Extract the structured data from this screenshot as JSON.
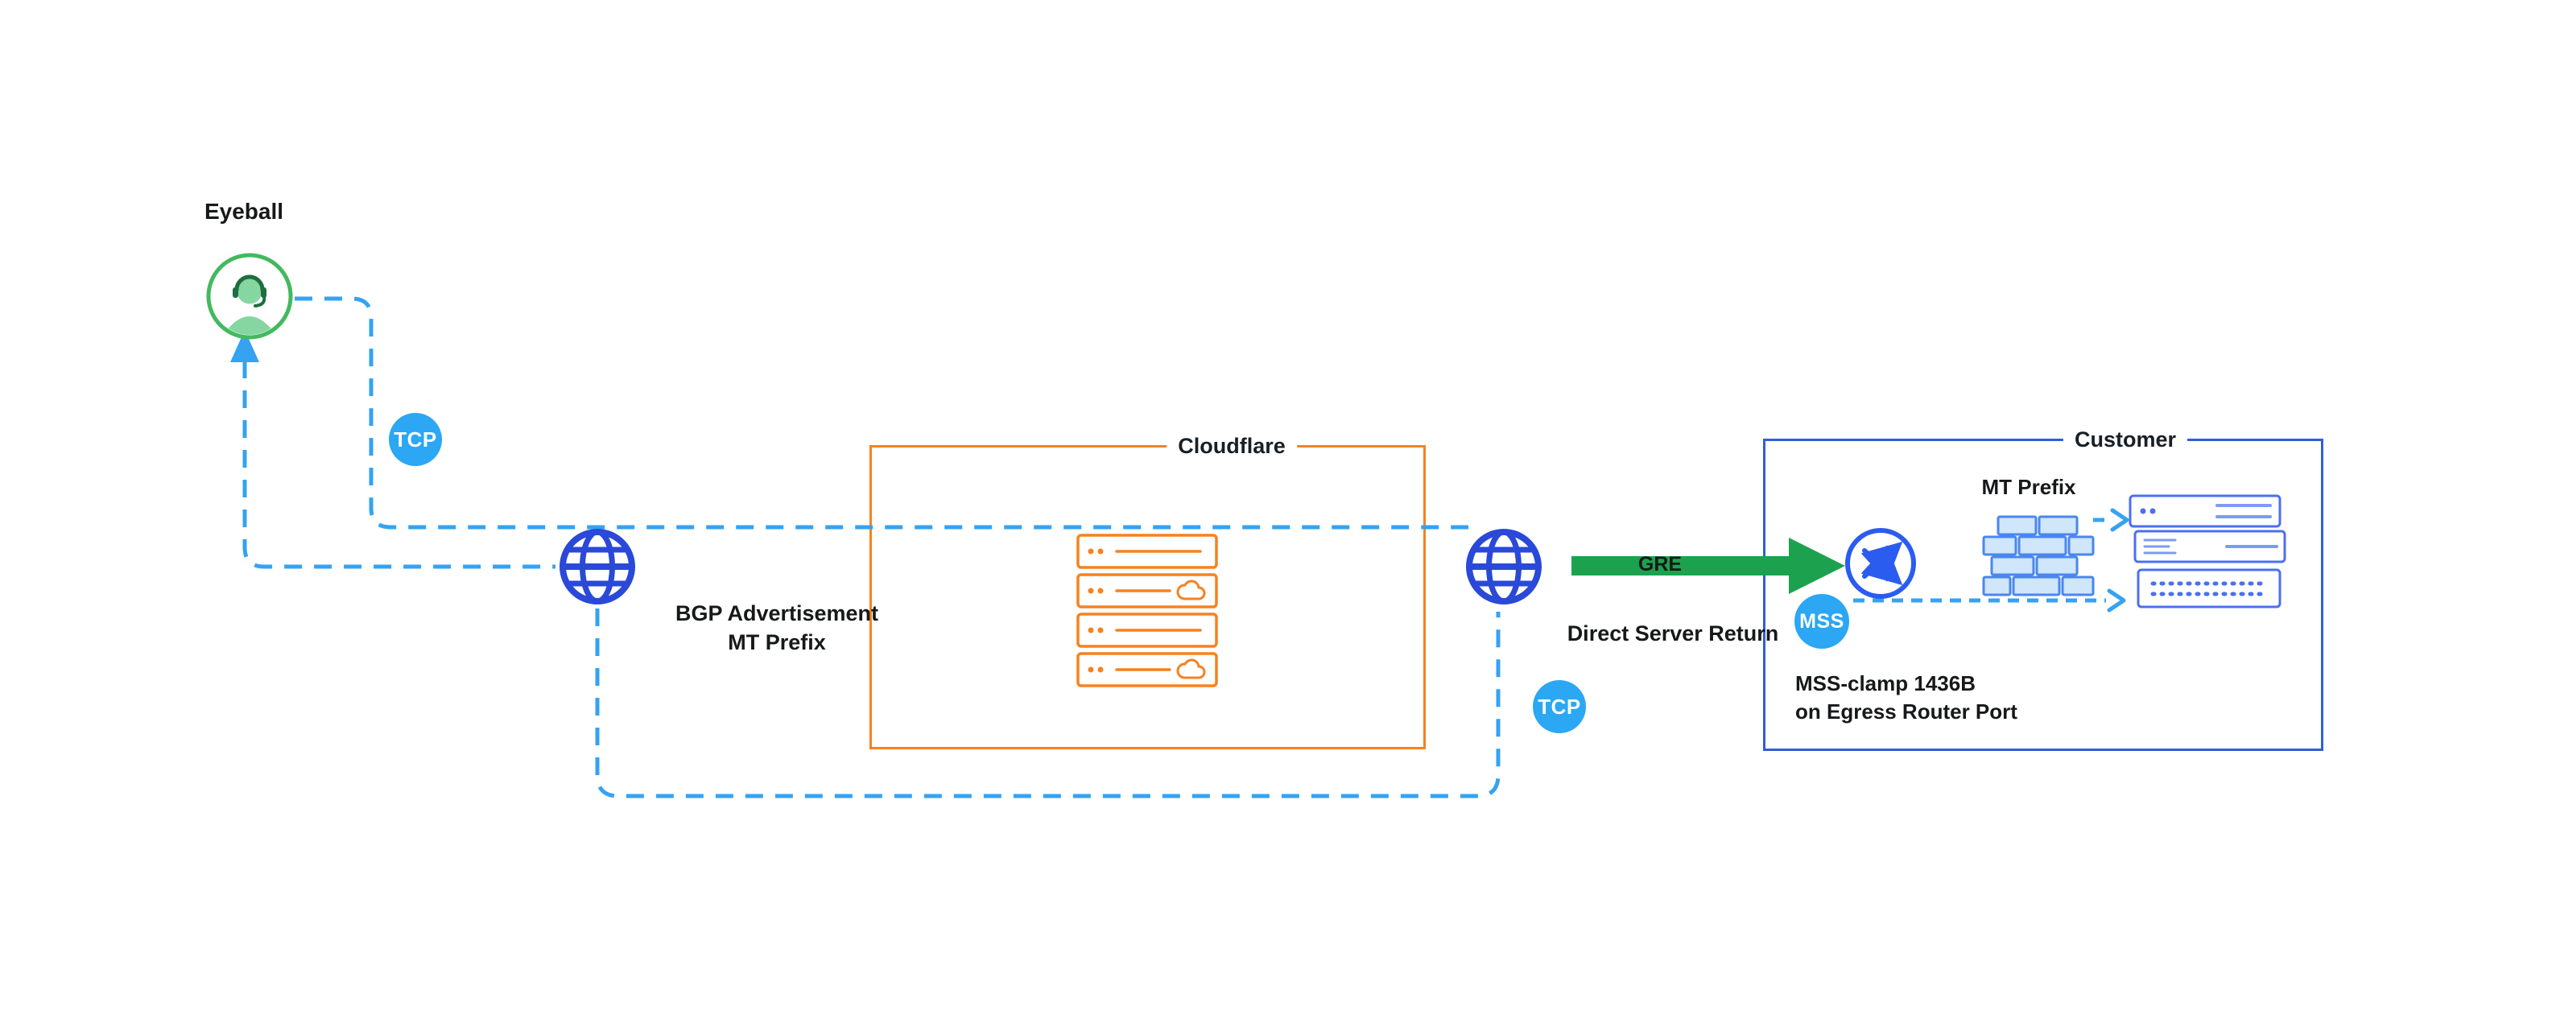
{
  "labels": {
    "eyeball": "Eyeball",
    "tcp_left": "TCP",
    "tcp_bottom": "TCP",
    "mss": "MSS",
    "bgp_line1": "BGP Advertisement",
    "bgp_line2": "MT Prefix",
    "cloudflare_box": "Cloudflare",
    "customer_box": "Customer",
    "gre": "GRE",
    "direct_server_return": "Direct Server Return",
    "customer_mt_prefix": "MT Prefix",
    "mss_clamp_line1": "MSS-clamp 1436B",
    "mss_clamp_line2": "on Egress Router Port"
  },
  "colors": {
    "flow_dash_blue": "#35a2f2",
    "badge_blue": "#2ba7f3",
    "globe_blue": "#2a49d8",
    "router_blue": "#2a5cf0",
    "customer_border_blue": "#2f5fd6",
    "customer_server_blue": "#4b6ff0",
    "cloudflare_orange": "#f6821f",
    "gre_arrow_green": "#1ca24e",
    "avatar_green": "#43b95e",
    "text_dark": "#17181a"
  }
}
